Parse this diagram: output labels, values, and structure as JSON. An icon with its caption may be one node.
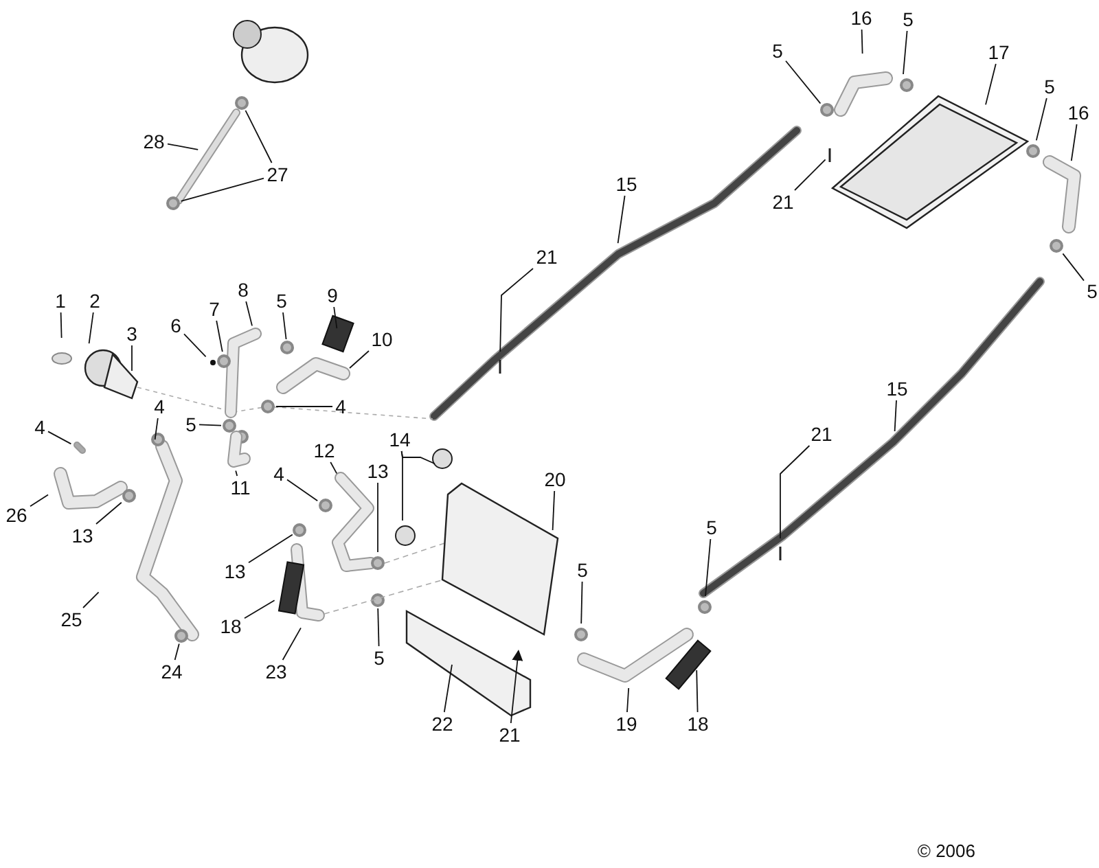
{
  "diagram": {
    "nodes": [
      {
        "text": [
          "28"
        ]
      },
      {
        "text": [
          "27"
        ]
      },
      {
        "text": [
          "16"
        ]
      },
      {
        "text": [
          "5"
        ]
      },
      {
        "text": [
          "5"
        ]
      },
      {
        "text": [
          "17"
        ]
      },
      {
        "text": [
          "5"
        ]
      },
      {
        "text": [
          "16"
        ]
      },
      {
        "text": [
          "21"
        ]
      },
      {
        "text": [
          "15"
        ]
      },
      {
        "text": [
          "5"
        ]
      },
      {
        "text": [
          "21"
        ]
      },
      {
        "text": [
          "1"
        ]
      },
      {
        "text": [
          "2"
        ]
      },
      {
        "text": [
          "8"
        ]
      },
      {
        "text": [
          "9"
        ]
      },
      {
        "text": [
          "3"
        ]
      },
      {
        "text": [
          "7"
        ]
      },
      {
        "text": [
          "6"
        ]
      },
      {
        "text": [
          "5"
        ]
      },
      {
        "text": [
          "10"
        ]
      },
      {
        "text": [
          "15"
        ]
      },
      {
        "text": [
          "4"
        ]
      },
      {
        "text": [
          "4"
        ]
      },
      {
        "text": [
          "4"
        ]
      },
      {
        "text": [
          "5"
        ]
      },
      {
        "text": [
          "21"
        ]
      },
      {
        "text": [
          "14"
        ]
      },
      {
        "text": [
          "12"
        ]
      },
      {
        "text": [
          "13"
        ]
      },
      {
        "text": [
          "4"
        ]
      },
      {
        "text": [
          "20"
        ]
      },
      {
        "text": [
          "11"
        ]
      },
      {
        "text": [
          "26"
        ]
      },
      {
        "text": [
          "13"
        ]
      },
      {
        "text": [
          "5"
        ]
      },
      {
        "text": [
          "13"
        ]
      },
      {
        "text": [
          "5"
        ]
      },
      {
        "text": [
          "25"
        ]
      },
      {
        "text": [
          "18"
        ]
      },
      {
        "text": [
          "5"
        ]
      },
      {
        "text": [
          "23"
        ]
      },
      {
        "text": [
          "24"
        ]
      },
      {
        "text": [
          "22"
        ]
      },
      {
        "text": [
          "21"
        ]
      },
      {
        "text": [
          "19"
        ]
      },
      {
        "text": [
          "18"
        ]
      }
    ],
    "edges": [
      {
        "from": 0,
        "to": null,
        "arrow": "none"
      },
      {
        "from": 1,
        "to": null,
        "arrow": "none"
      },
      {
        "from": 1,
        "to": null,
        "arrow": "none"
      },
      {
        "from": 2,
        "to": null,
        "arrow": "none"
      },
      {
        "from": 3,
        "to": null,
        "arrow": "none"
      },
      {
        "from": 4,
        "to": null,
        "arrow": "none"
      },
      {
        "from": 5,
        "to": null,
        "arrow": "none"
      },
      {
        "from": 6,
        "to": null,
        "arrow": "none"
      },
      {
        "from": 7,
        "to": null,
        "arrow": "none"
      },
      {
        "from": 8,
        "to": null,
        "arrow": "none"
      },
      {
        "from": 9,
        "to": null,
        "arrow": "none"
      },
      {
        "from": 10,
        "to": null,
        "arrow": "none"
      },
      {
        "from": 11,
        "to": null,
        "arrow": "none"
      },
      {
        "from": 12,
        "to": null,
        "arrow": "none"
      },
      {
        "from": 13,
        "to": null,
        "arrow": "none"
      },
      {
        "from": 14,
        "to": null,
        "arrow": "none"
      },
      {
        "from": 15,
        "to": null,
        "arrow": "none"
      },
      {
        "from": 16,
        "to": null,
        "arrow": "none"
      },
      {
        "from": 17,
        "to": null,
        "arrow": "none"
      },
      {
        "from": 18,
        "to": null,
        "arrow": "none"
      },
      {
        "from": 19,
        "to": null,
        "arrow": "none"
      },
      {
        "from": 20,
        "to": null,
        "arrow": "none"
      },
      {
        "from": 21,
        "to": null,
        "arrow": "none"
      },
      {
        "from": 22,
        "to": null,
        "arrow": "none"
      },
      {
        "from": 23,
        "to": null,
        "arrow": "none"
      },
      {
        "from": 24,
        "to": null,
        "arrow": "none"
      },
      {
        "from": 25,
        "to": null,
        "arrow": "none"
      },
      {
        "from": 26,
        "to": null,
        "arrow": "none"
      },
      {
        "from": 27,
        "to": null,
        "arrow": "none"
      },
      {
        "from": 27,
        "to": null,
        "arrow": "none"
      },
      {
        "from": 28,
        "to": null,
        "arrow": "none"
      },
      {
        "from": 29,
        "to": null,
        "arrow": "none"
      },
      {
        "from": 30,
        "to": null,
        "arrow": "none"
      },
      {
        "from": 31,
        "to": null,
        "arrow": "none"
      },
      {
        "from": 32,
        "to": null,
        "arrow": "none"
      },
      {
        "from": 33,
        "to": null,
        "arrow": "none"
      },
      {
        "from": 34,
        "to": null,
        "arrow": "none"
      },
      {
        "from": 35,
        "to": null,
        "arrow": "none"
      },
      {
        "from": 36,
        "to": null,
        "arrow": "none"
      },
      {
        "from": 37,
        "to": null,
        "arrow": "none"
      },
      {
        "from": 38,
        "to": null,
        "arrow": "none"
      },
      {
        "from": 39,
        "to": null,
        "arrow": "none"
      },
      {
        "from": 40,
        "to": null,
        "arrow": "none"
      },
      {
        "from": 41,
        "to": null,
        "arrow": "none"
      },
      {
        "from": 42,
        "to": null,
        "arrow": "none"
      },
      {
        "from": 43,
        "to": null,
        "arrow": "none"
      },
      {
        "from": 44,
        "to": null,
        "arrow": "to"
      },
      {
        "from": 45,
        "to": null,
        "arrow": "none"
      },
      {
        "from": 46,
        "to": null,
        "arrow": "none"
      }
    ],
    "labels": [
      "© 2006"
    ]
  }
}
